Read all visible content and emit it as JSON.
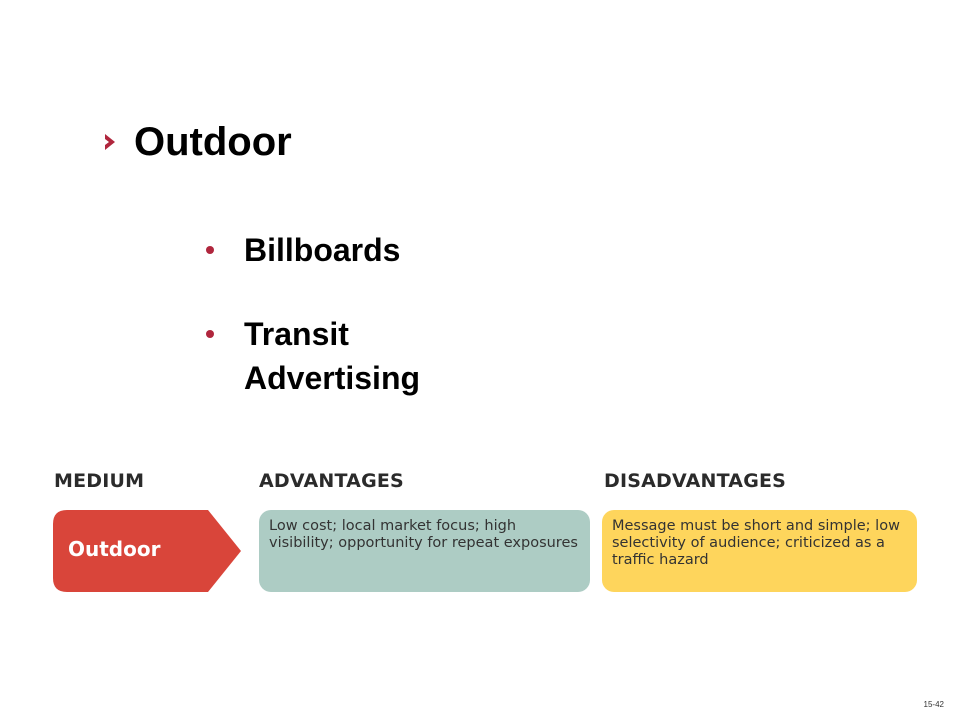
{
  "slide": {
    "heading": "Outdoor",
    "bullets": [
      "Billboards",
      "Transit Advertising"
    ],
    "page_number": "15-42"
  },
  "table": {
    "headers": {
      "medium": "MEDIUM",
      "advantages": "ADVANTAGES",
      "disadvantages": "DISADVANTAGES"
    },
    "medium": "Outdoor",
    "advantages": "Low cost; local market focus; high visibility; opportunity for repeat exposures",
    "disadvantages": "Message must be short and simple; low selectivity of audience; criticized as a traffic hazard"
  },
  "colors": {
    "accent": "#b0263d",
    "medium_fill": "#d9453a",
    "advantages_fill": "#adccc4",
    "disadvantages_fill": "#fed55c"
  }
}
